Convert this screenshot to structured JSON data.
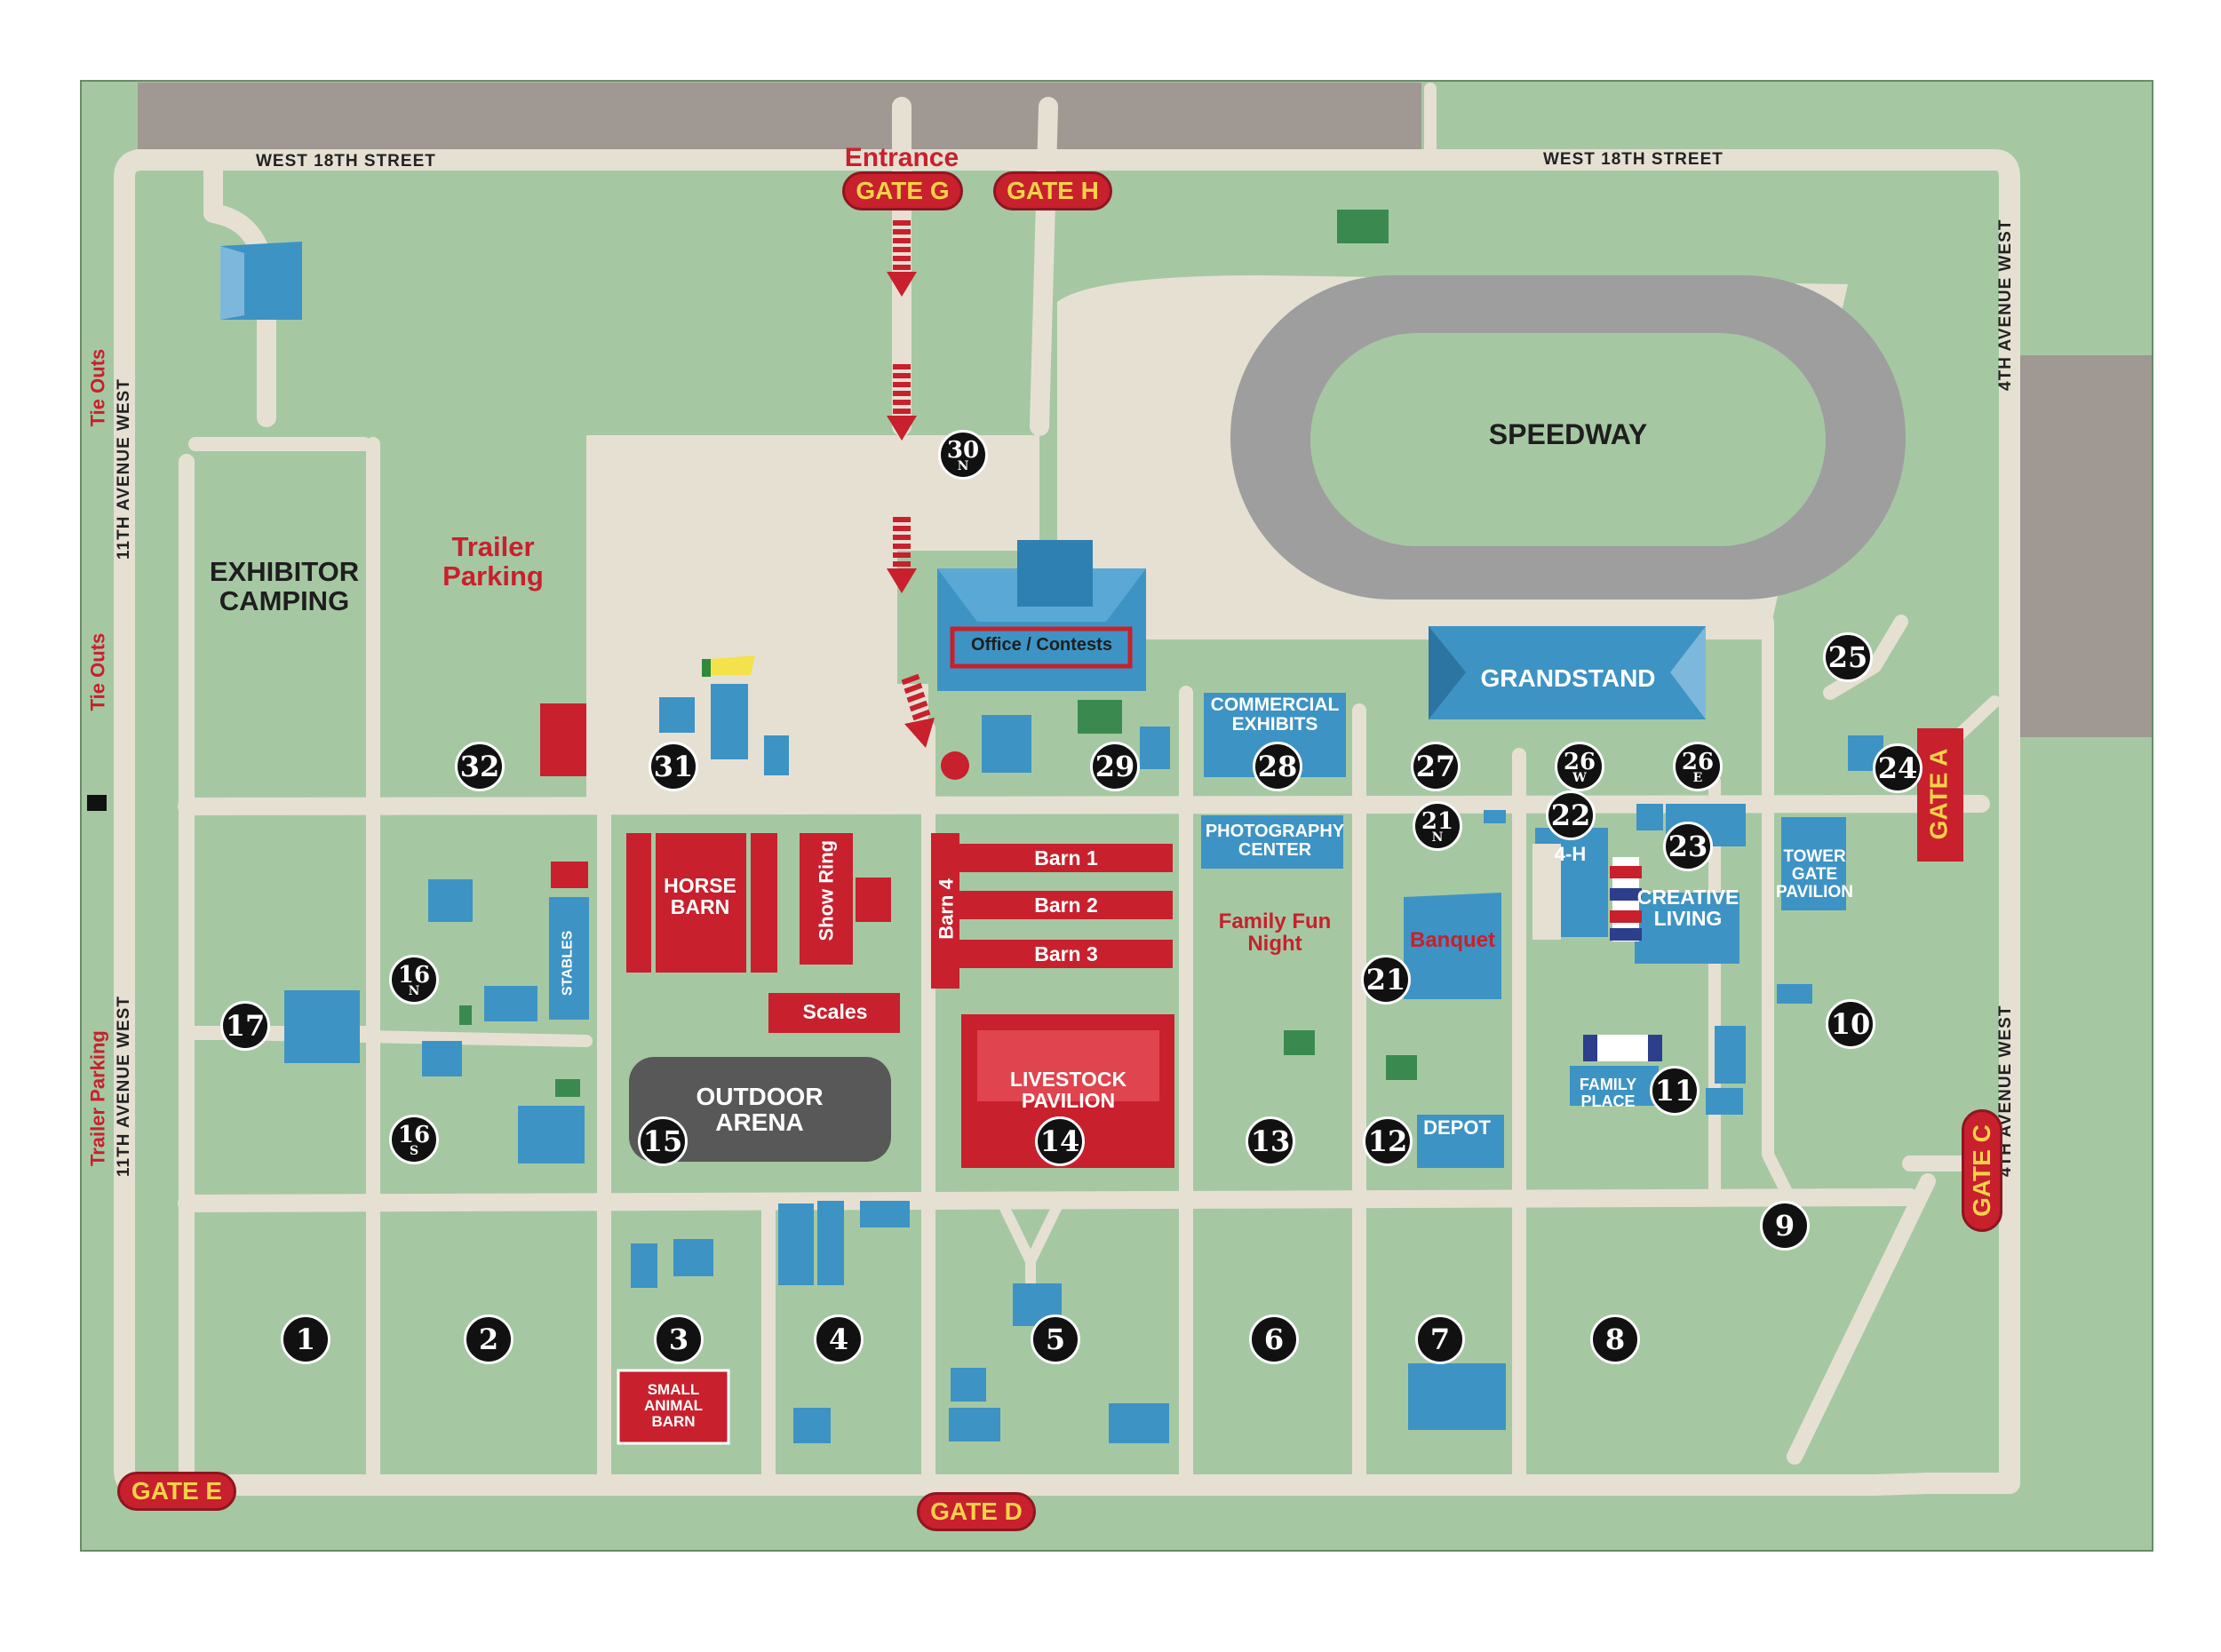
{
  "streets": {
    "north_left": "WEST 18TH STREET",
    "north_right": "WEST 18TH STREET",
    "west_upper": "11TH AVENUE WEST",
    "west_lower": "11TH AVENUE WEST",
    "east_upper": "4TH AVENUE WEST",
    "east_lower": "4TH AVENUE WEST"
  },
  "side_labels": {
    "tie_outs_1": "Tie Outs",
    "tie_outs_2": "Tie Outs",
    "trailer_parking_side": "Trailer Parking"
  },
  "entrance": "Entrance",
  "gates": {
    "g": "GATE G",
    "h": "GATE H",
    "a": "GATE A",
    "c": "GATE C",
    "d": "GATE D",
    "e": "GATE E"
  },
  "areas": {
    "exhibitor_camping": [
      "EXHIBITOR",
      "CAMPING"
    ],
    "trailer_parking": [
      "Trailer",
      "Parking"
    ],
    "speedway": "SPEEDWAY",
    "grandstand": "GRANDSTAND",
    "office": "Office / Contests",
    "commercial": [
      "COMMERCIAL",
      "EXHIBITS"
    ],
    "photography": [
      "PHOTOGRAPHY",
      "CENTER"
    ],
    "family_fun": [
      "Family Fun",
      "Night"
    ],
    "banquet": "Banquet",
    "four_h": "4-H",
    "creative_living": [
      "CREATIVE",
      "LIVING"
    ],
    "tower_gate": [
      "TOWER",
      "GATE",
      "PAVILION"
    ],
    "horse_barn": [
      "HORSE",
      "BARN"
    ],
    "show_ring": "Show Ring",
    "stables": "STABLES",
    "barn1": "Barn 1",
    "barn2": "Barn 2",
    "barn3": "Barn 3",
    "barn4": "Barn 4",
    "scales": "Scales",
    "outdoor_arena": [
      "OUTDOOR",
      "ARENA"
    ],
    "livestock_pavilion": [
      "LIVESTOCK",
      "PAVILION"
    ],
    "depot": "DEPOT",
    "family_place": [
      "FAMILY",
      "PLACE"
    ],
    "small_animal_barn": [
      "SMALL",
      "ANIMAL",
      "BARN"
    ]
  },
  "markers": [
    {
      "id": "1",
      "text": "1"
    },
    {
      "id": "2",
      "text": "2"
    },
    {
      "id": "3",
      "text": "3"
    },
    {
      "id": "4",
      "text": "4"
    },
    {
      "id": "5",
      "text": "5"
    },
    {
      "id": "6",
      "text": "6"
    },
    {
      "id": "7",
      "text": "7"
    },
    {
      "id": "8",
      "text": "8"
    },
    {
      "id": "9",
      "text": "9"
    },
    {
      "id": "10",
      "text": "10"
    },
    {
      "id": "11",
      "text": "11"
    },
    {
      "id": "12",
      "text": "12"
    },
    {
      "id": "13",
      "text": "13"
    },
    {
      "id": "14",
      "text": "14"
    },
    {
      "id": "15",
      "text": "15"
    },
    {
      "id": "16n",
      "text": "16",
      "sub": "N"
    },
    {
      "id": "16s",
      "text": "16",
      "sub": "S"
    },
    {
      "id": "17",
      "text": "17"
    },
    {
      "id": "21",
      "text": "21"
    },
    {
      "id": "21n",
      "text": "21",
      "sub": "N"
    },
    {
      "id": "22",
      "text": "22"
    },
    {
      "id": "23",
      "text": "23"
    },
    {
      "id": "24",
      "text": "24"
    },
    {
      "id": "25",
      "text": "25"
    },
    {
      "id": "26w",
      "text": "26",
      "sub": "W"
    },
    {
      "id": "26e",
      "text": "26",
      "sub": "E"
    },
    {
      "id": "27",
      "text": "27"
    },
    {
      "id": "28",
      "text": "28"
    },
    {
      "id": "29",
      "text": "29"
    },
    {
      "id": "30n",
      "text": "30",
      "sub": "N"
    },
    {
      "id": "31",
      "text": "31"
    },
    {
      "id": "32",
      "text": "32"
    }
  ],
  "colors": {
    "grass": "#a5c8a3",
    "road": "#e6e0d3",
    "lot": "#a09892",
    "track": "#9e9e9e",
    "blue": "#3d93c4",
    "red": "#c8202c",
    "dark_arena": "#585858",
    "marker": "#111111"
  }
}
